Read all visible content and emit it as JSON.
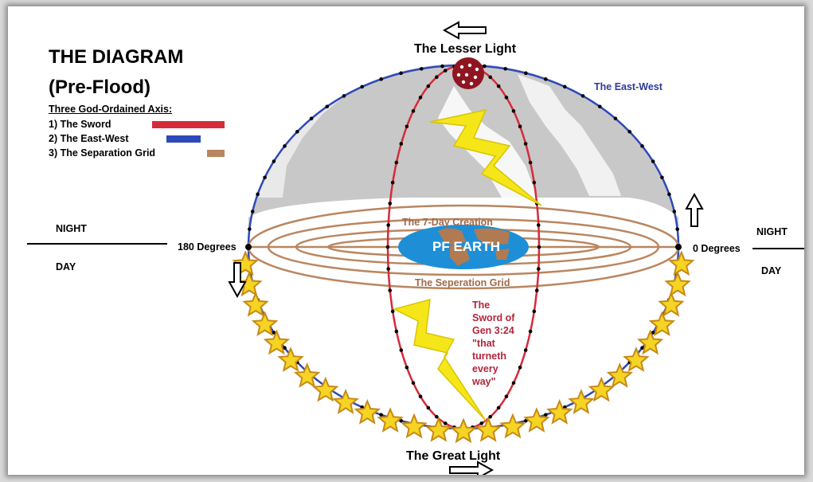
{
  "title": "THE DIAGRAM",
  "subtitle": "(Pre-Flood)",
  "legend": {
    "heading": "Three God-Ordained Axis:",
    "items": [
      {
        "label": "1) The Sword",
        "color": "#d52b3b"
      },
      {
        "label": "2) The East-West",
        "color": "#2f49b8"
      },
      {
        "label": "3) The Separation Grid",
        "color": "#b98660"
      }
    ]
  },
  "labels": {
    "lesser_light": "The Lesser Light",
    "great_light": "The Great Light",
    "east_west": "The East-West",
    "night_left": "NIGHT",
    "day_left": "DAY",
    "degrees_180": "180 Degrees",
    "degrees_0": "0 Degrees",
    "night_right": "NIGHT",
    "day_right": "DAY",
    "creation": "The 7-Day Creation",
    "separation_grid": "The Seperation Grid",
    "earth": "PF EARTH",
    "sword_lines": [
      "The",
      "Sword of",
      "Gen 3:24",
      "\"that",
      "turneth",
      "every",
      "way\""
    ]
  },
  "colors": {
    "east_west_circle": "#2f49b8",
    "sword": "#d52b3b",
    "grid": "#b98660",
    "sky_gray": "#c8c8c8",
    "earth_ocean": "#1e8fd6",
    "earth_land": "#b07a53",
    "lightning": "#f5e61a",
    "star_fill": "#f5d423",
    "star_outline": "#c78a16",
    "moon": "#8f1520"
  },
  "icons": [
    "arrow-left-icon",
    "arrow-right-icon",
    "arrow-up-icon",
    "arrow-down-icon",
    "lightning-bolt-icon",
    "star-icon",
    "moon-icon",
    "earth-icon"
  ]
}
